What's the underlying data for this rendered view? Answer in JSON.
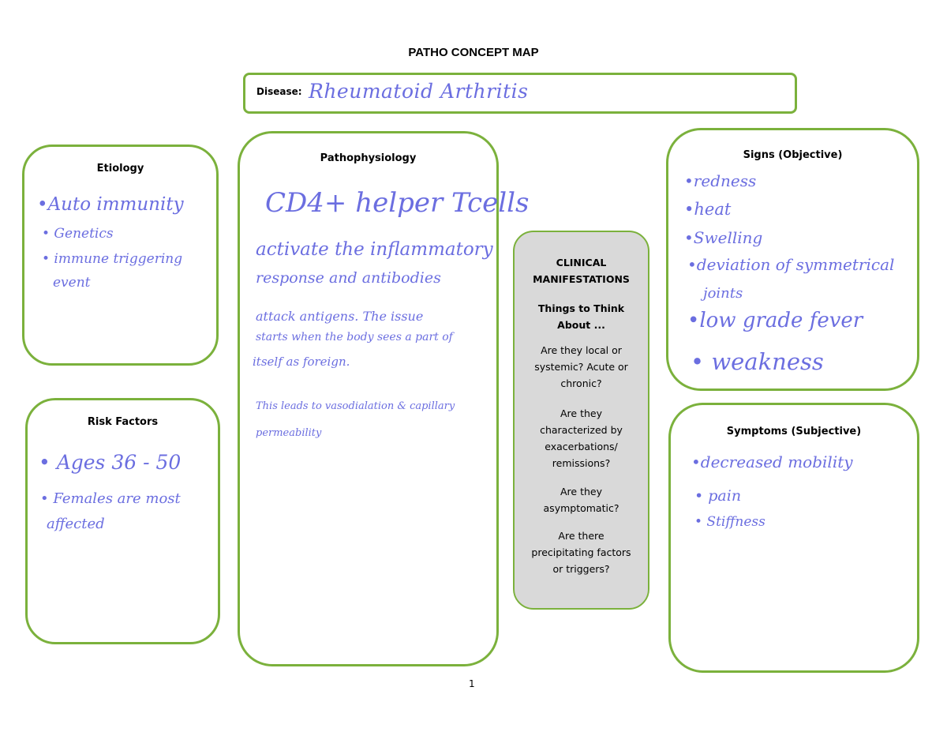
{
  "title": "PATHO CONCEPT MAP",
  "disease": {
    "label": "Disease:",
    "value": "Rheumatoid Arthritis"
  },
  "etiology": {
    "title": "Etiology",
    "items": [
      "•Auto immunity",
      "• Genetics",
      "• immune triggering",
      "event"
    ]
  },
  "risk_factors": {
    "title": "Risk Factors",
    "items": [
      "• Ages 36 - 50",
      "• Females are most",
      "affected"
    ]
  },
  "pathophysiology": {
    "title": "Pathophysiology",
    "lines": [
      "CD4+ helper Tcells",
      "activate the inflammatory",
      "response and antibodies",
      "attack antigens. The issue",
      "starts when the body sees a part of",
      "itself as foreign.",
      "This leads to vasodialation & capillary",
      "permeability"
    ]
  },
  "clinical": {
    "heading_line1": "CLINICAL",
    "heading_line2": "MANIFESTATIONS",
    "subheading": "Things to Think About ...",
    "questions": [
      "Are they local or systemic? Acute or chronic?",
      "Are they characterized by exacerbations/ remissions?",
      "Are they asymptomatic?",
      "Are there precipitating factors or triggers?"
    ]
  },
  "signs": {
    "title": "Signs (Objective)",
    "items": [
      "•redness",
      "•heat",
      "•Swelling",
      "•deviation of symmetrical",
      "joints",
      "•low grade fever",
      "• weakness"
    ]
  },
  "symptoms": {
    "title": "Symptoms (Subjective)",
    "items": [
      "•decreased mobility",
      "• pain",
      "• Stiffness"
    ]
  },
  "page_number": "1",
  "colors": {
    "border": "#7bb13c",
    "handwriting": "#6b6ee0",
    "clinical_fill": "#d9d9d9"
  }
}
